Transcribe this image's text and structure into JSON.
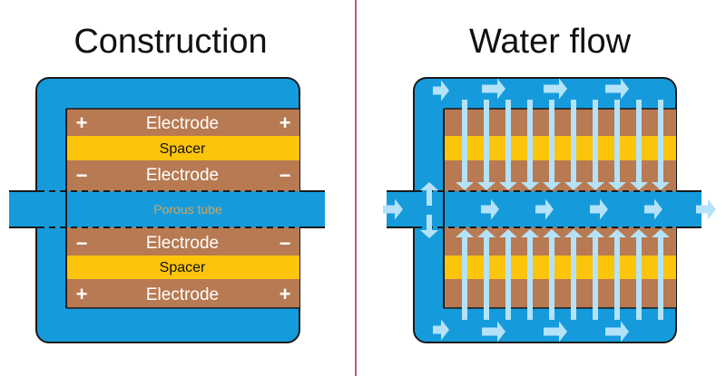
{
  "colors": {
    "housing": "#159bdc",
    "outline": "#1a1a1a",
    "electrode": "#b87a52",
    "spacer": "#fcc40b",
    "arrow": "#b4e2f8",
    "divider": "#c0587a",
    "text_dark": "#111111",
    "text_light": "#ffffff",
    "porous_text": "#d4a45a"
  },
  "left_panel": {
    "title": "Construction",
    "layers": [
      {
        "kind": "electrode",
        "label": "Electrode",
        "sign_left": "+",
        "sign_right": "+"
      },
      {
        "kind": "spacer",
        "label": "Spacer"
      },
      {
        "kind": "electrode",
        "label": "Electrode",
        "sign_left": "−",
        "sign_right": "−"
      },
      {
        "kind": "tube",
        "label": "Porous tube"
      },
      {
        "kind": "electrode",
        "label": "Electrode",
        "sign_left": "−",
        "sign_right": "−"
      },
      {
        "kind": "spacer",
        "label": "Spacer"
      },
      {
        "kind": "electrode",
        "label": "Electrode",
        "sign_left": "+",
        "sign_right": "+"
      }
    ]
  },
  "right_panel": {
    "title": "Water flow"
  },
  "icons": {
    "flow_arrow": "flow-arrow-icon"
  }
}
